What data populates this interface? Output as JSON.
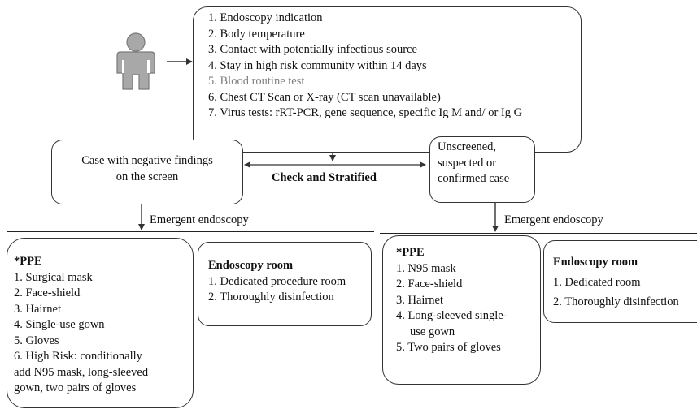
{
  "criteria": [
    {
      "text": "1. Endoscopy indication",
      "muted": false
    },
    {
      "text": "2. Body temperature",
      "muted": false
    },
    {
      "text": "3. Contact with potentially infectious source",
      "muted": false
    },
    {
      "text": "4. Stay in high risk community within 14 days",
      "muted": false
    },
    {
      "text": "5. Blood routine test",
      "muted": true
    },
    {
      "text": "6. Chest CT Scan or  X-ray (CT scan unavailable)",
      "muted": false
    },
    {
      "text": "7. Virus tests:  rRT-PCR, gene sequence, specific Ig M and/ or Ig G",
      "muted": false
    }
  ],
  "center_label": "Check and Stratified",
  "left": {
    "case_lines": [
      "Case with negative findings",
      "on the screen"
    ],
    "emergent": "Emergent endoscopy",
    "ppe_title": "*PPE",
    "ppe_items": [
      "1. Surgical mask",
      "2. Face-shield",
      "3. Hairnet",
      "4. Single-use gown",
      "5. Gloves",
      "6. High Risk: conditionally",
      "add N95 mask, long-sleeved",
      "gown, two pairs of gloves"
    ],
    "room_title": "Endoscopy room",
    "room_items": [
      "1. Dedicated procedure room",
      "2. Thoroughly disinfection"
    ]
  },
  "right": {
    "case_lines": [
      "Unscreened,",
      "suspected or",
      "confirmed case"
    ],
    "emergent": "Emergent endoscopy",
    "ppe_title": "*PPE",
    "ppe_items": [
      "1. N95 mask",
      "2. Face-shield",
      "3. Hairnet",
      "4. Long-sleeved single-",
      "use gown",
      "5. Two pairs of gloves"
    ],
    "room_title": "Endoscopy room",
    "room_items": [
      "1. Dedicated room",
      "2. Thoroughly disinfection"
    ]
  },
  "colors": {
    "line": "#222222",
    "person": "#9a9a9a",
    "muted_text": "#808080"
  },
  "icons": {
    "person": "person-icon"
  }
}
